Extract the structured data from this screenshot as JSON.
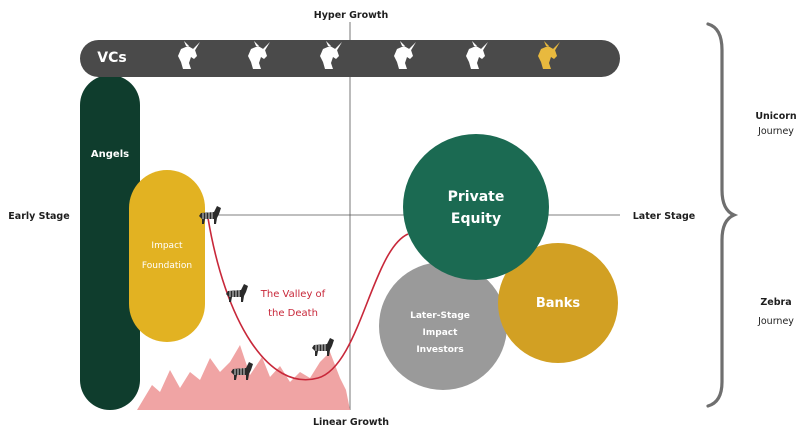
{
  "axes": {
    "top": "Hyper Growth",
    "bottom": "Linear Growth",
    "left": "Early Stage",
    "right": "Later Stage"
  },
  "investors": {
    "vcs": "VCs",
    "angels": "Angels",
    "impact_foundation": [
      "Impact",
      "Foundation"
    ],
    "private_equity": [
      "Private",
      "Equity"
    ],
    "banks": "Banks",
    "later_stage_impact": [
      "Later-Stage",
      "Impact",
      "Investors"
    ]
  },
  "valley": [
    "The Valley of",
    "the Death"
  ],
  "journeys": {
    "unicorn": [
      "Unicorn",
      "Journey"
    ],
    "zebra": [
      "Zebra",
      "Journey"
    ]
  },
  "icons": {
    "unicorn": "unicorn-head-icon",
    "unicorn_highlight": "golden-unicorn-head-icon",
    "zebra": "zebra-icon"
  },
  "colors": {
    "vcs_bar": "#4a4a4a",
    "angels": "#0f3d2d",
    "impact_foundation": "#e2b222",
    "private_equity": "#1b6a52",
    "banks": "#d2a023",
    "later_stage_impact": "#9a9a9a",
    "valley_curve": "#c8283a",
    "mountains": "#f0a4a4",
    "unicorn": "#ffffff",
    "golden_unicorn": "#e8b93e"
  }
}
